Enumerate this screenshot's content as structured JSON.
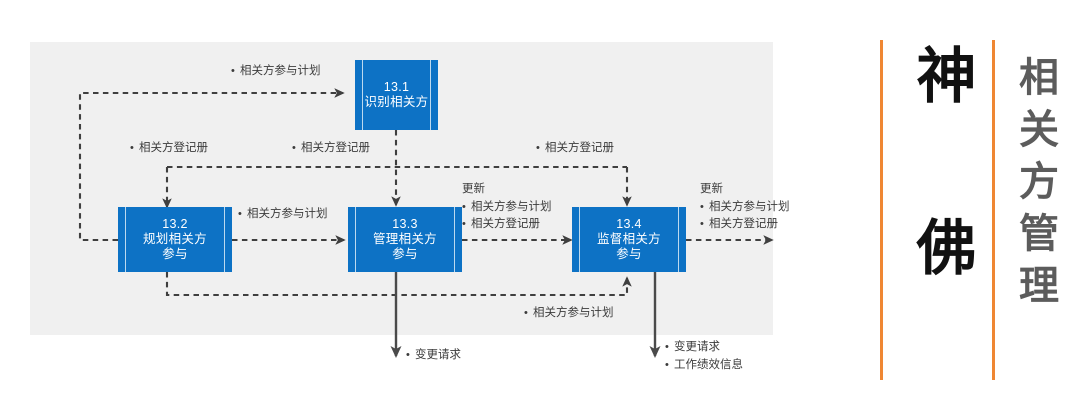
{
  "diagram": {
    "title_vertical_black": "神佛",
    "title_vertical_grey": "相关方管理",
    "panel_bg": "#f0f0f0",
    "box_color": "#0d72c5",
    "accent_color": "#ef8733",
    "boxes": [
      {
        "id": "13.1",
        "number": "13.1",
        "name": "识别相关方"
      },
      {
        "id": "13.2",
        "number": "13.2",
        "name": "规划相关方参与",
        "line1": "规划相关方",
        "line2": "参与"
      },
      {
        "id": "13.3",
        "number": "13.3",
        "name": "管理相关方参与",
        "line1": "管理相关方",
        "line2": "参与"
      },
      {
        "id": "13.4",
        "number": "13.4",
        "name": "监督相关方参与",
        "line1": "监督相关方",
        "line2": "参与"
      }
    ],
    "labels": {
      "top_plan": "相关方参与计划",
      "register_left": "相关方登记册",
      "register_mid": "相关方登记册",
      "register_right": "相关方登记册",
      "plan_13_2_to_13_3": "相关方参与计划",
      "update_mid": "更新",
      "update_mid_item1": "相关方参与计划",
      "update_mid_item2": "相关方登记册",
      "update_right": "更新",
      "update_right_item1": "相关方参与计划",
      "update_right_item2": "相关方登记册",
      "plan_feedback": "相关方参与计划",
      "change_request_mid": "变更请求",
      "change_request_right": "变更请求",
      "work_performance": "工作绩效信息"
    }
  }
}
